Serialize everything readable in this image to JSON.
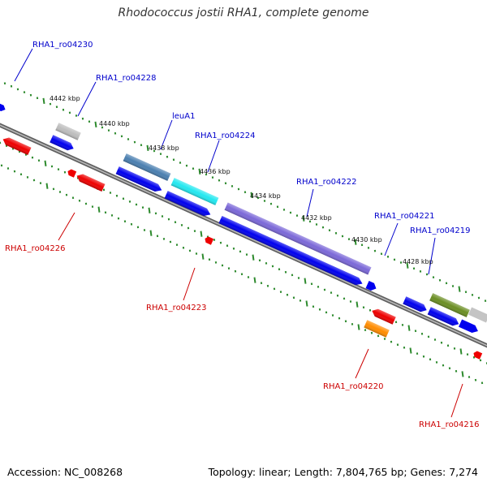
{
  "title": "Rhodococcus jostii RHA1, complete genome",
  "accession_text": "Accession: NC_008268",
  "topology_text": "Topology: linear; Length: 7,804,765 bp; Genes: 7,274",
  "colors": {
    "backbone": "#888888",
    "ticks": "#2d8a2d",
    "forward_label": "#0000cc",
    "reverse_label": "#cc0000",
    "forward_gene": "#0000ee",
    "reverse_gene": "#ee0000"
  },
  "scale_labels": [
    "4442 kbp",
    "4440 kbp",
    "4438 kbp",
    "4436 kbp",
    "4434 kbp",
    "4432 kbp",
    "4430 kbp",
    "4428 kbp"
  ],
  "forward_genes": [
    {
      "label": "RHA1_ro04230"
    },
    {
      "label": "RHA1_ro04228"
    },
    {
      "label": "leuA1"
    },
    {
      "label": "RHA1_ro04224"
    },
    {
      "label": "RHA1_ro04222"
    },
    {
      "label": "RHA1_ro04221"
    },
    {
      "label": "RHA1_ro04219"
    }
  ],
  "reverse_genes": [
    {
      "label": "RHA1_ro04226"
    },
    {
      "label": "RHA1_ro04223"
    },
    {
      "label": "RHA1_ro04220"
    },
    {
      "label": "RHA1_ro04216"
    }
  ]
}
